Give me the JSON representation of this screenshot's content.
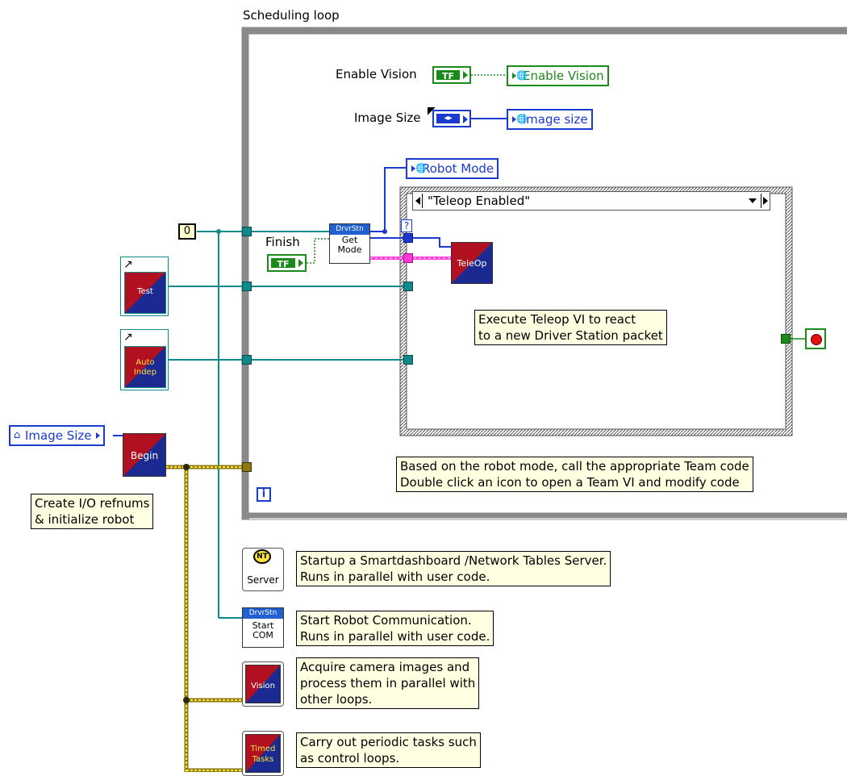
{
  "scheduling_loop": {
    "label": "Scheduling loop",
    "iteration_terminal": "i"
  },
  "enable_vision": {
    "label": "Enable Vision",
    "control_text": "TF",
    "global_label": "Enable Vision"
  },
  "image_size": {
    "label": "Image Size",
    "control_text": "◂▸",
    "global_label": "image size",
    "local_label": "Image Size"
  },
  "robot_mode": {
    "global_label": "Robot Mode"
  },
  "case_structure": {
    "selector": "\"Teleop Enabled\"",
    "selector_terminal": "?"
  },
  "finish": {
    "label": "Finish",
    "control_text": "TF"
  },
  "constant": {
    "text": "0"
  },
  "get_mode_vi": {
    "header": "DrvrStn",
    "line1": "Get",
    "line2": "Mode"
  },
  "teleop_vi": {
    "text": "TeleOp"
  },
  "test_vi": {
    "text": "Test"
  },
  "auto_vi": {
    "line1": "Auto",
    "line2": "Indep"
  },
  "begin_vi": {
    "text": "Begin"
  },
  "server_vi": {
    "badge": "NT",
    "text": "Server"
  },
  "start_com_vi": {
    "header": "DrvrStn",
    "line1": "Start",
    "line2": "COM"
  },
  "vision_vi": {
    "text": "Vision"
  },
  "timed_tasks_vi": {
    "line1": "Timed",
    "line2": "Tasks"
  },
  "comments": {
    "teleop": [
      "Execute Teleop VI to react",
      "to a new Driver Station packet"
    ],
    "robot_mode": [
      "Based on the robot mode, call the appropriate Team code",
      "Double click an icon to open a Team VI and modify code"
    ],
    "create_io": [
      "Create I/O refnums",
      "& initialize robot"
    ],
    "server": [
      "Startup a Smartdashboard /Network Tables Server.",
      "Runs in parallel with user code."
    ],
    "start_com": [
      "Start Robot Communication.",
      "Runs in parallel with user code."
    ],
    "vision": [
      "Acquire camera images and",
      "process them in parallel with",
      "other loops."
    ],
    "timed_tasks": [
      "Carry out periodic tasks such",
      "as control loops."
    ]
  },
  "colors": {
    "loop_frame": "#8a8a8a",
    "refnum_wire": "#0e8a8a",
    "cluster_wire": "#8a7a10",
    "enum_wire": "#1a3ad0",
    "bool_wire": "#1a8a1a",
    "string_wire": "#ff3ad8",
    "comment_bg": "#ffffe1"
  }
}
